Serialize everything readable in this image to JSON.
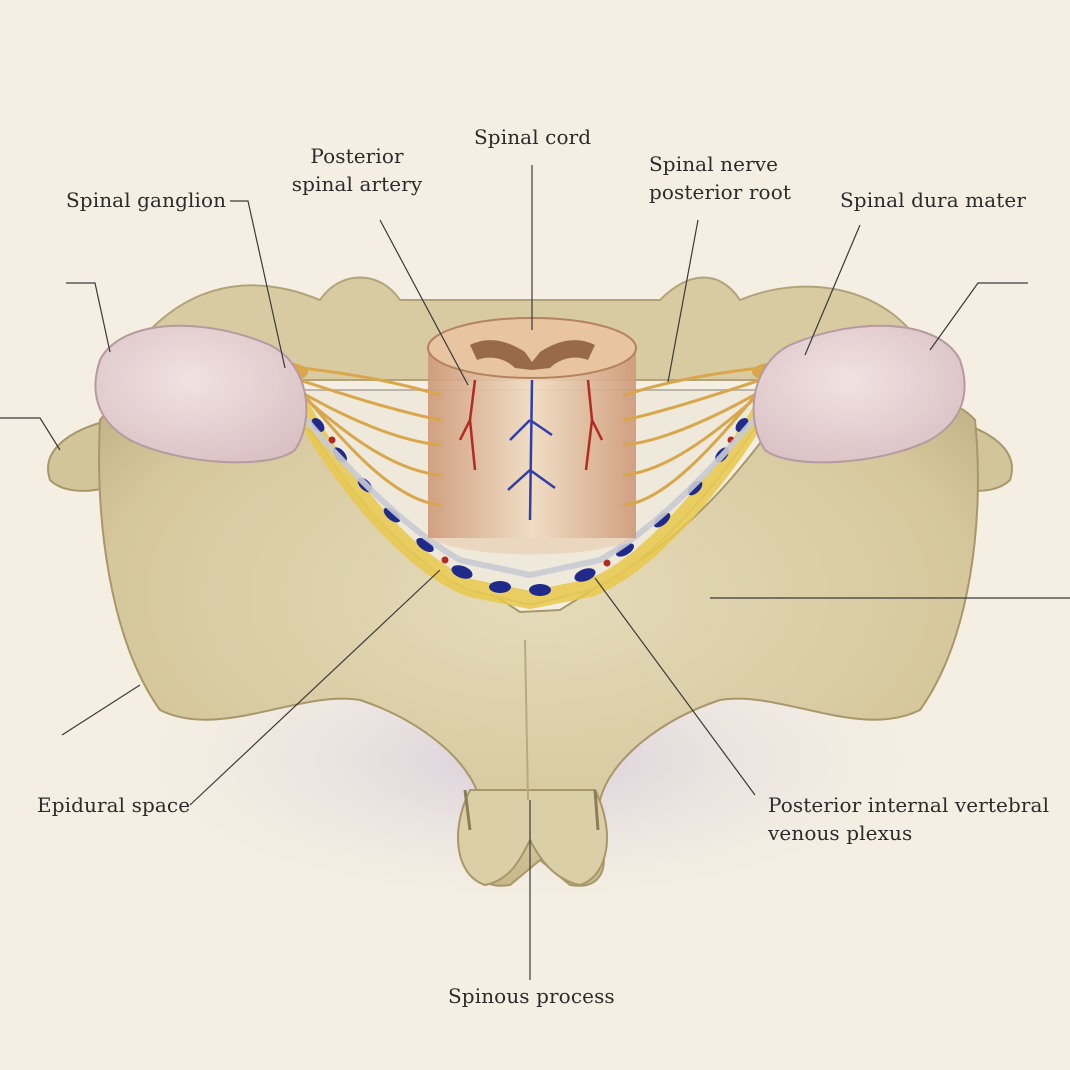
{
  "labels": {
    "spinal_cord": "Spinal cord",
    "posterior_spinal_artery": [
      "Posterior",
      "spinal artery"
    ],
    "spinal_nerve_posterior_root": [
      "Spinal nerve",
      "posterior root"
    ],
    "spinal_ganglion": "Spinal ganglion",
    "spinal_dura_mater": "Spinal dura mater",
    "epidural_space": "Epidural space",
    "posterior_internal_vertebral_venous_plexus": [
      "Posterior internal vertebral",
      "venous plexus"
    ],
    "spinous_process": "Spinous process"
  },
  "colors": {
    "background": "#f5efe3",
    "bone": "#dccfa8",
    "cartilage": "#e8d4d6",
    "nerve": "#d9a64a",
    "vein": "#1f2a8a",
    "artery": "#b22a22",
    "fat": "#e9c84a",
    "leader_line": "#3a3a3a"
  }
}
